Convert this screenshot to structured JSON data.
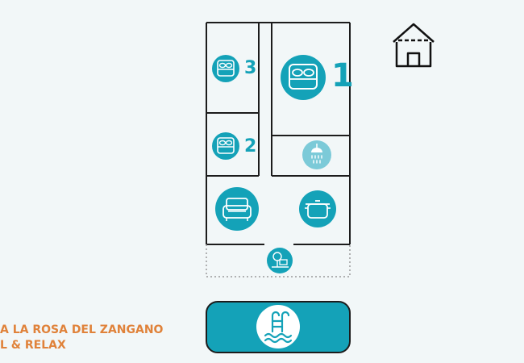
{
  "colors": {
    "teal": "#14a2b8",
    "shower": "#7ccad8",
    "wall": "#1c1c1c",
    "caption": "#e0823a",
    "background": "#f2f7f8"
  },
  "rooms": {
    "bedroom_1": {
      "number": "1",
      "icon": "double-bed-icon"
    },
    "bedroom_2": {
      "number": "2",
      "icon": "double-bed-icon"
    },
    "bedroom_3": {
      "number": "3",
      "icon": "double-bed-icon"
    },
    "bathroom": {
      "icon": "shower-icon"
    },
    "living_room": {
      "icon": "sofa-icon"
    },
    "kitchen": {
      "icon": "cooking-pot-icon"
    },
    "terrace": {
      "icon": "garden-icon"
    },
    "pool": {
      "icon": "pool-icon"
    }
  },
  "house_icon": "house-icon",
  "caption": {
    "line1": "A LA ROSA DEL ZANGANO",
    "line2": "L & RELAX"
  }
}
